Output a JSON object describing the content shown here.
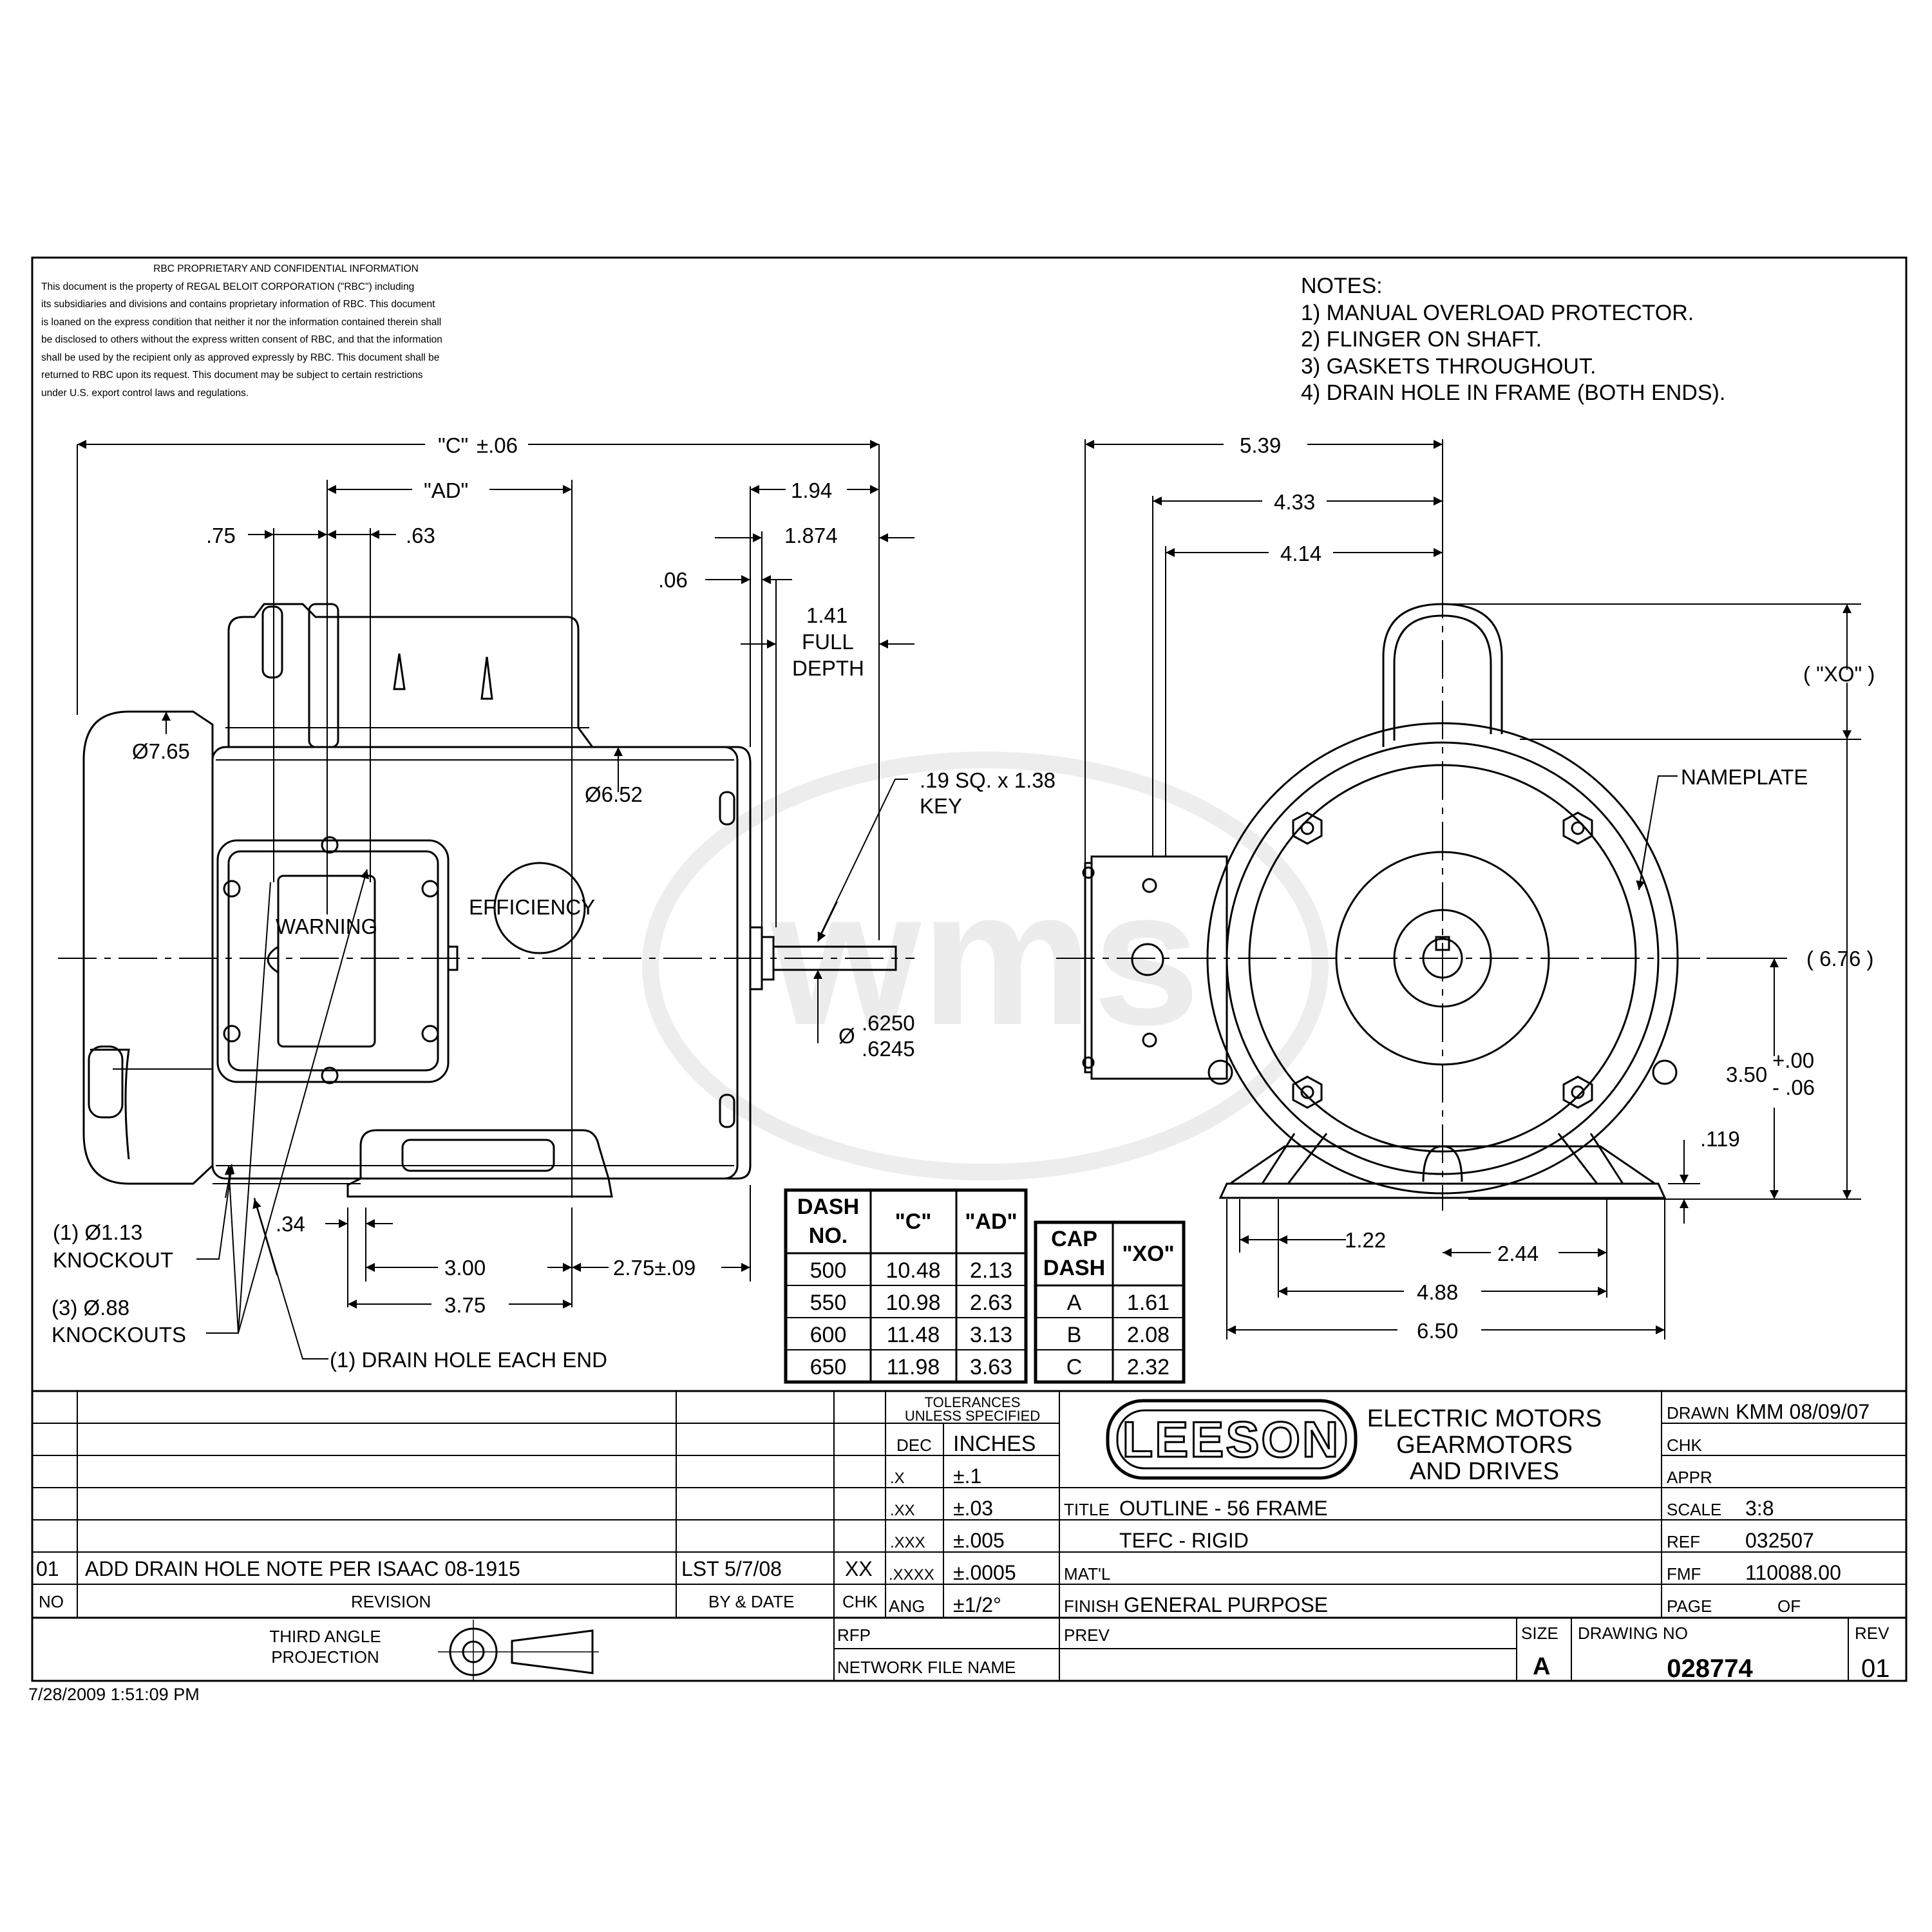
{
  "proprietary": {
    "heading": "RBC PROPRIETARY AND CONFIDENTIAL INFORMATION",
    "lines": [
      "This document is the property of REGAL BELOIT CORPORATION (\"RBC\") including",
      "its subsidiaries and divisions and contains proprietary information of RBC.  This document",
      "is loaned on the express condition that neither it nor the information contained therein shall",
      "be disclosed to others without the express written consent of RBC, and that the information",
      "shall be used by the recipient only as approved expressly by RBC.  This document shall be",
      "returned to RBC upon its request.  This document may be subject to certain restrictions",
      "under U.S. export control laws and regulations."
    ]
  },
  "notes": {
    "heading": "NOTES:",
    "items": [
      "1) MANUAL OVERLOAD PROTECTOR.",
      "2) FLINGER ON SHAFT.",
      "3) GASKETS THROUGHOUT.",
      "4) DRAIN HOLE IN FRAME (BOTH ENDS)."
    ]
  },
  "side_view": {
    "c_dim": "\"C\"",
    "c_tol": "±.06",
    "ad_dim": "\"AD\"",
    "d075": ".75",
    "d063": ".63",
    "d194": "1.94",
    "d1874": "1.874",
    "d006": ".06",
    "full_depth": [
      "1.41",
      "FULL",
      "DEPTH"
    ],
    "dia765": "Ø7.65",
    "dia652": "Ø6.52",
    "key": [
      ".19 SQ. x 1.38",
      "KEY"
    ],
    "warning": "WARNING",
    "efficiency": "EFFICIENCY",
    "shaft_dia": "Ø",
    "shaft_max": ".6250",
    "shaft_min": ".6245",
    "d034": ".34",
    "d300": "3.00",
    "d275": "2.75±.09",
    "d375": "3.75",
    "ko1": [
      "(1) Ø1.13",
      "KNOCKOUT"
    ],
    "ko3": [
      "(3) Ø.88",
      "KNOCKOUTS"
    ],
    "drain": "(1) DRAIN HOLE EACH END"
  },
  "end_view": {
    "d539": "5.39",
    "d433": "4.33",
    "d414": "4.14",
    "xo": "( \"XO\" )",
    "nameplate": "NAMEPLATE",
    "d676": "( 6.76 )",
    "d350": "3.50",
    "tol_plus": "+.00",
    "tol_minus": "- .06",
    "d0119": ".119",
    "d122": "1.22",
    "d244": "2.44",
    "d488": "4.88",
    "d650": "6.50"
  },
  "dash_table": {
    "headers": [
      "DASH\nNO.",
      "\"C\"",
      "\"AD\""
    ],
    "rows": [
      [
        "500",
        "10.48",
        "2.13"
      ],
      [
        "550",
        "10.98",
        "2.63"
      ],
      [
        "600",
        "11.48",
        "3.13"
      ],
      [
        "650",
        "11.98",
        "3.63"
      ]
    ]
  },
  "cap_table": {
    "headers": [
      "CAP\nDASH",
      "\"XO\""
    ],
    "rows": [
      [
        "A",
        "1.61"
      ],
      [
        "B",
        "2.08"
      ],
      [
        "C",
        "2.32"
      ]
    ]
  },
  "title_block": {
    "rev_no": "01",
    "rev_desc": "ADD DRAIN HOLE NOTE PER ISAAC 08-1915",
    "rev_by": "LST 5/7/08",
    "rev_chk": "XX",
    "hdr_no": "NO",
    "hdr_revision": "REVISION",
    "hdr_bydate": "BY & DATE",
    "hdr_chk": "CHK",
    "tolerances": [
      "TOLERANCES",
      "UNLESS SPECIFIED"
    ],
    "tol_dec": "DEC",
    "tol_inches": "INCHES",
    "tol_rows": [
      [
        ".X",
        "±.1"
      ],
      [
        ".XX",
        "±.03"
      ],
      [
        ".XXX",
        "±.005"
      ],
      [
        ".XXXX",
        "±.0005"
      ],
      [
        "ANG",
        "±1/2°"
      ]
    ],
    "logo": "LEESON",
    "company": [
      "ELECTRIC MOTORS",
      "GEARMOTORS",
      "AND DRIVES"
    ],
    "title_label": "TITLE",
    "title_1": "OUTLINE - 56 FRAME",
    "title_2": "TEFC - RIGID",
    "matl": "MAT'L",
    "finish_label": "FINISH",
    "finish": "GENERAL PURPOSE",
    "drawn_label": "DRAWN",
    "drawn": "KMM 08/09/07",
    "chk_label": "CHK",
    "appr_label": "APPR",
    "scale_label": "SCALE",
    "scale": "3:8",
    "ref_label": "REF",
    "ref": "032507",
    "fmf_label": "FMF",
    "fmf": "110088.00",
    "page_label": "PAGE",
    "of_label": "OF",
    "projection": [
      "THIRD ANGLE",
      "PROJECTION"
    ],
    "rfp": "RFP",
    "prev": "PREV",
    "network": "NETWORK FILE NAME",
    "size_label": "SIZE",
    "size": "A",
    "dwg_label": "DRAWING NO",
    "dwg": "028774",
    "rev_label": "REV",
    "rev": "01"
  },
  "timestamp": "7/28/2009 1:51:09 PM"
}
